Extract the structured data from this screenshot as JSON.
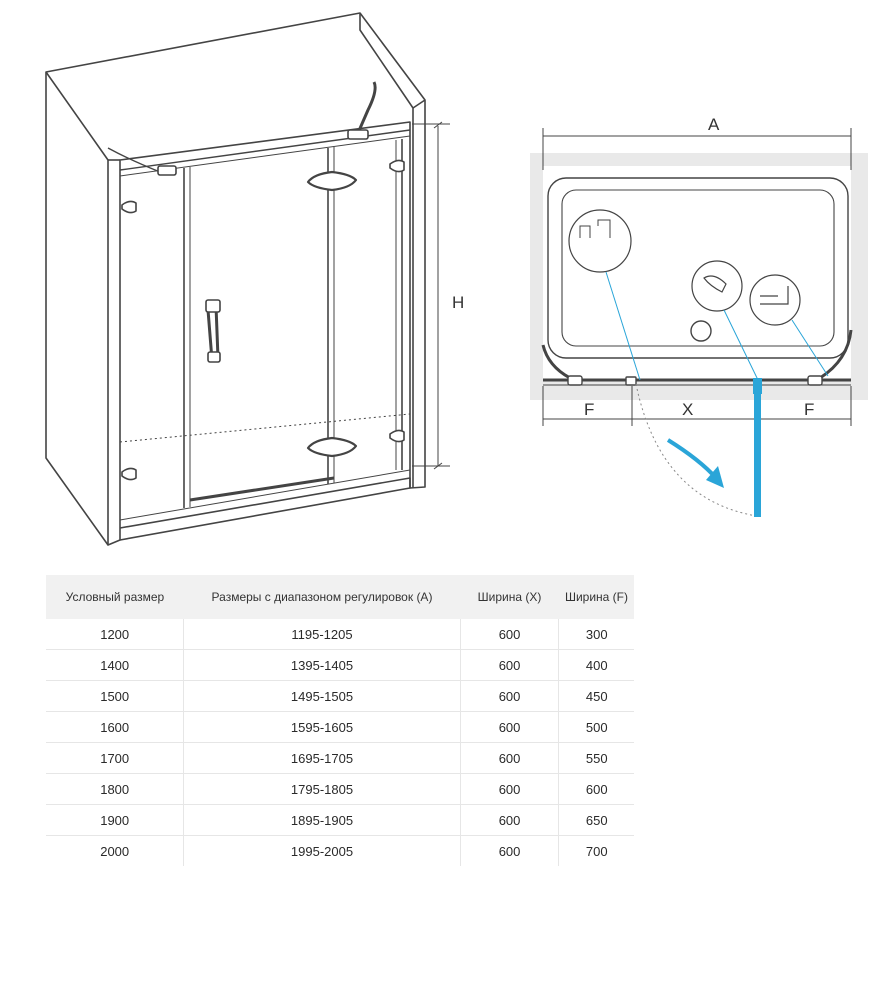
{
  "diagram": {
    "label_height": "H",
    "label_total_width": "A",
    "label_door_width": "X",
    "label_side_left": "F",
    "label_side_right": "F",
    "accent_color": "#2aa5d8",
    "line_color": "#444444"
  },
  "table": {
    "headers": [
      "Условный размер",
      "Размеры с диапазоном регулировок (A)",
      "Ширина (X)",
      "Ширина (F)"
    ],
    "rows": [
      [
        "1200",
        "1195-1205",
        "600",
        "300"
      ],
      [
        "1400",
        "1395-1405",
        "600",
        "400"
      ],
      [
        "1500",
        "1495-1505",
        "600",
        "450"
      ],
      [
        "1600",
        "1595-1605",
        "600",
        "500"
      ],
      [
        "1700",
        "1695-1705",
        "600",
        "550"
      ],
      [
        "1800",
        "1795-1805",
        "600",
        "600"
      ],
      [
        "1900",
        "1895-1905",
        "600",
        "650"
      ],
      [
        "2000",
        "1995-2005",
        "600",
        "700"
      ]
    ]
  }
}
